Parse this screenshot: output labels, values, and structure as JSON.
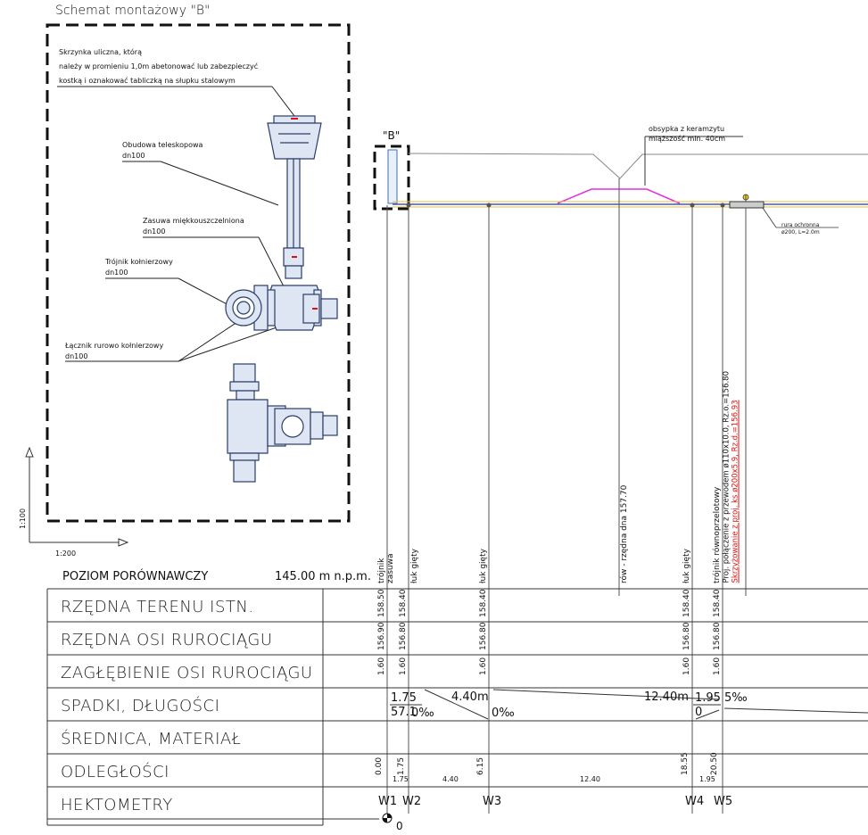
{
  "schematic": {
    "title": "Schemat montażowy \"B\"",
    "note_lines": [
      "Skrzynka uliczna, którą",
      "należy w promieniu 1,0m abetonować lub zabezpieczyć",
      "kostką i oznakować tabliczką na słupku stalowym"
    ],
    "labels": {
      "obudowa": "Obudowa teleskopowa",
      "obudowa_dn": "dn100",
      "zasuwa": "Zasuwa miękkouszczelniona",
      "zasuwa_dn": "dn100",
      "trojnik": "Trójnik kołnierzowy",
      "trojnik_dn": "dn100",
      "lacznik": "Łącznik rurowo kołnierzowy",
      "lacznik_dn": "dn100"
    },
    "scale_v": "1:100",
    "scale_h": "1:200"
  },
  "profile": {
    "marker_b": "\"B\"",
    "obsypka_line1": "obsypka z keramzytu",
    "obsypka_line2": "miąższość min. 40cm",
    "rura_line1": "rura ochronna",
    "rura_line2": "ø200, L=2.0m",
    "vertical_notes": {
      "w1_a": "trójnik",
      "w1_b": "zasuwa",
      "w2": "łuk gięty",
      "w3": "łuk gięty",
      "row": "rów - rzędna dna 157.70",
      "w4": "łuk gięty",
      "w5_a": "trójnik równoprzelotowy",
      "w5_b": "Proj. połączenie z przewodem ø110x10.0, Rz.o.=156.80",
      "w5_c": "Skrzyżowanie z proj. ks ø200x5.9, Rz.d.=156.93"
    }
  },
  "table": {
    "datum_label": "POZIOM PORÓWNAWCZY",
    "datum_value": "145.00 m n.p.m.",
    "rows": [
      "RZĘDNA TERENU ISTN.",
      "RZĘDNA OSI RUROCIĄGU",
      "ZAGŁĘBIENIE OSI RUROCIĄGU",
      "SPADKI, DŁUGOŚCI",
      "ŚREDNICA, MATERIAŁ",
      "ODLEGŁOŚCI",
      "HEKTOMETRY"
    ],
    "terrain": [
      "158.50",
      "158.40",
      "158.40",
      "158.40",
      "158.40"
    ],
    "axis": [
      "156.90",
      "156.80",
      "156.80",
      "156.80",
      "156.80"
    ],
    "depth": [
      "1.60",
      "1.60",
      "1.60",
      "1.60",
      "1.60"
    ],
    "slopes": {
      "s1_len": "1.75",
      "s1_val": "57.1",
      "s2_val": "0‰",
      "s2_len": "4.40m",
      "s3_val": "0‰",
      "s3_len": "12.40m",
      "s4_len": "1.95",
      "s4_val": "0",
      "s5_val": "5‰"
    },
    "distances_cum": [
      "0.00",
      "1.75",
      "6.15",
      "18.55",
      "20.50"
    ],
    "distances_seg": [
      "1.75",
      "4.40",
      "12.40",
      "1.95"
    ],
    "hectometers": [
      "W1",
      "W2",
      "W3",
      "W4",
      "W5"
    ],
    "origin_label": "0"
  }
}
